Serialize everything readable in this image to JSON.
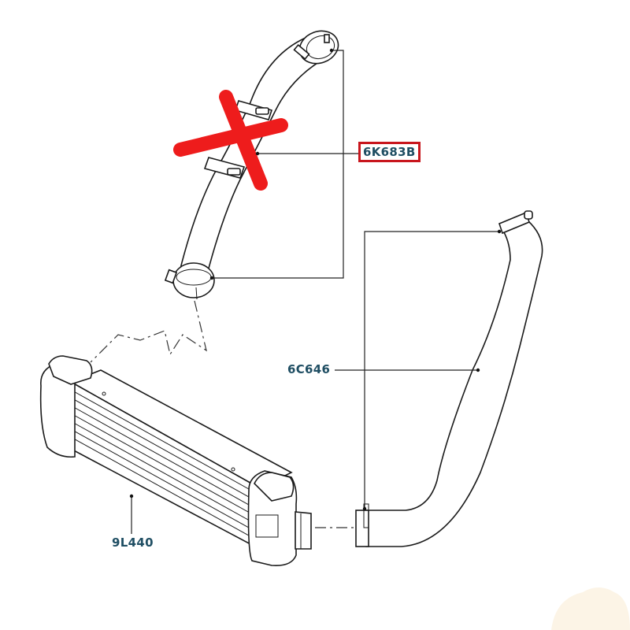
{
  "diagram": {
    "type": "exploded-parts-diagram",
    "parts": [
      {
        "id": "upper-hose",
        "label": "6K683B",
        "highlighted": true,
        "crossed_out": true
      },
      {
        "id": "lower-hose",
        "label": "6C646",
        "highlighted": false,
        "crossed_out": false
      },
      {
        "id": "intercooler",
        "label": "9L440",
        "highlighted": false,
        "crossed_out": false
      }
    ],
    "colors": {
      "label_text": "#1f4e63",
      "highlight_box": "#c8161d",
      "cross_mark": "#ee1c1c",
      "line_art": "#1a1a1a"
    }
  }
}
